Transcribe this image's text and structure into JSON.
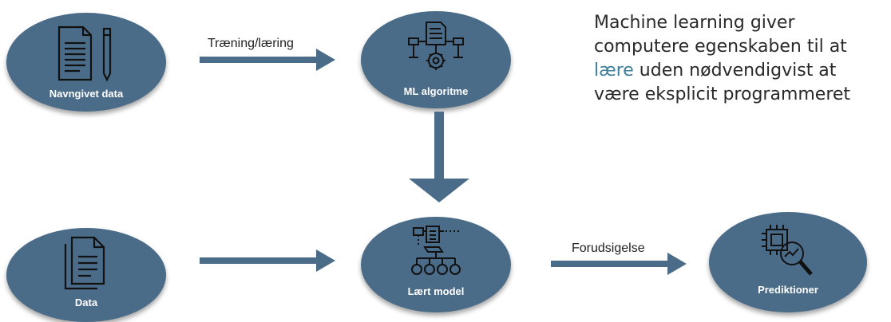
{
  "nodes": {
    "labeled_data": {
      "label": "Navngivet data",
      "icon": "document-pencil-icon"
    },
    "ml_algorithm": {
      "label": "ML algoritme",
      "icon": "algorithm-gear-icon"
    },
    "data": {
      "label": "Data",
      "icon": "documents-icon"
    },
    "learned_model": {
      "label": "Lært model",
      "icon": "model-hierarchy-icon"
    },
    "predictions": {
      "label": "Prediktioner",
      "icon": "chip-magnifier-icon"
    }
  },
  "edges": {
    "training": {
      "label": "Træning/læring"
    },
    "predict": {
      "label": "Forudsigelse"
    }
  },
  "tagline": {
    "line1": "Machine learning giver",
    "line2": "computere egenskaben til at",
    "highlight": "lære",
    "line3_rest": " uden nødvendigvist at",
    "line4": "være eksplicit programmeret"
  },
  "colors": {
    "node": "#4a6c89",
    "arrow": "#4a6c89",
    "accent": "#3f7f9a"
  }
}
